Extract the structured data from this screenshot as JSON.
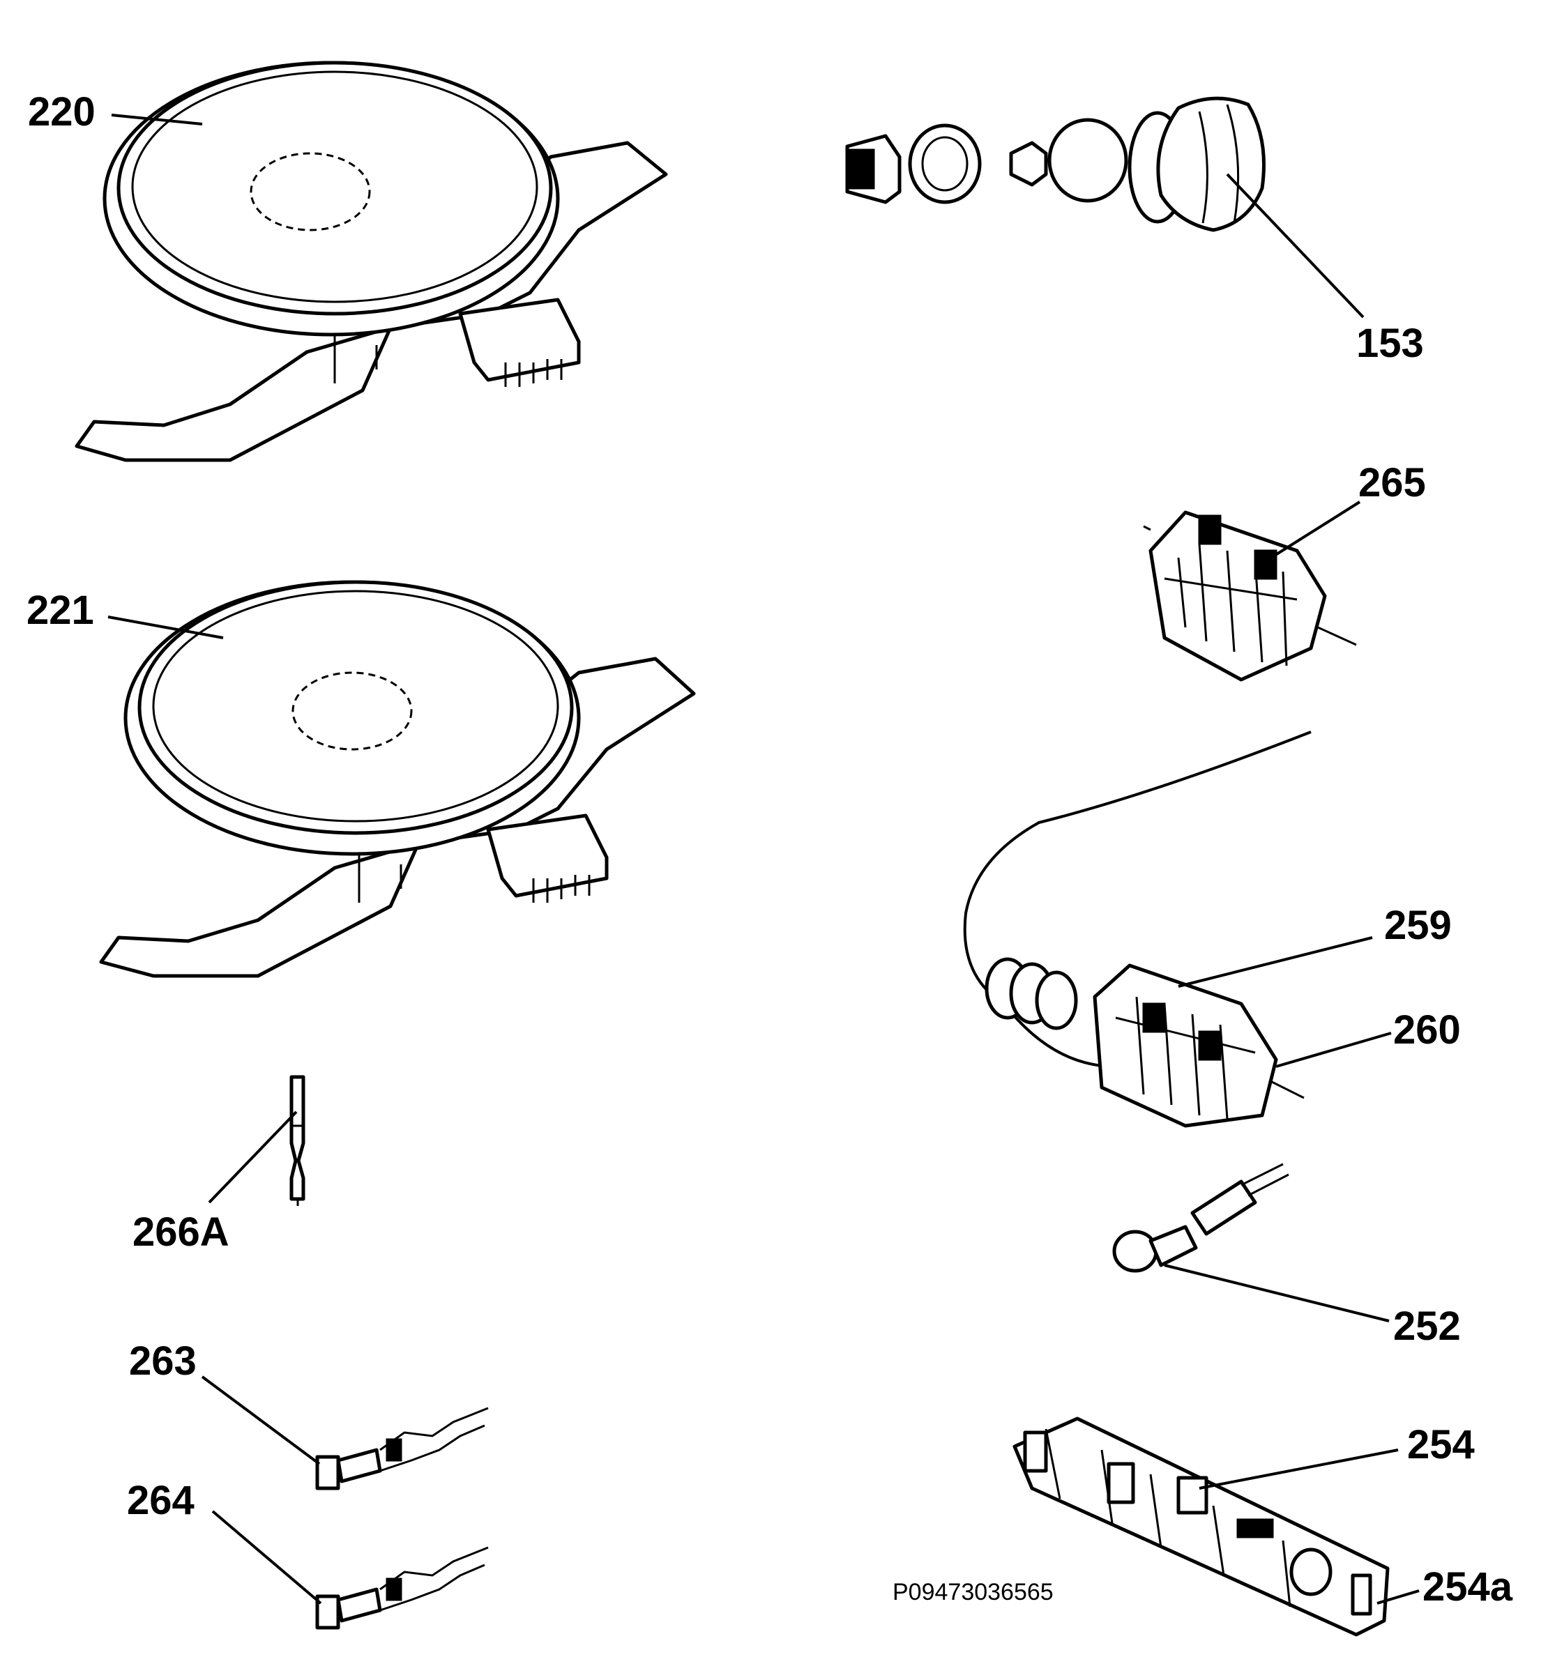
{
  "callouts": {
    "l220": "220",
    "l221": "221",
    "l153": "153",
    "l265": "265",
    "l259": "259",
    "l260": "260",
    "l266a": "266A",
    "l252": "252",
    "l263": "263",
    "l264": "264",
    "l254": "254",
    "l254a": "254a"
  },
  "drawing_code": "P09473036565"
}
